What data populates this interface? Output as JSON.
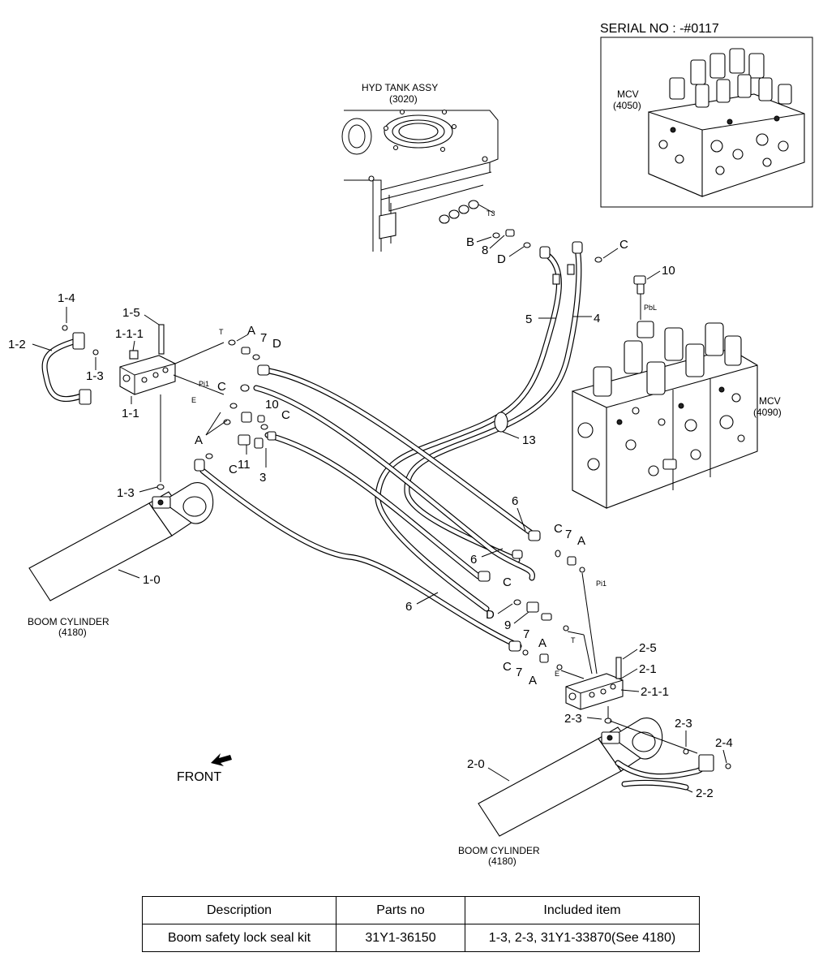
{
  "serial": "SERIAL NO : -#0117",
  "labels": {
    "hyd_tank": "HYD TANK ASSY",
    "hyd_tank_ref": "(3020)",
    "mcv_inset": "MCV",
    "mcv_inset_ref": "(4050)",
    "mcv_main": "MCV",
    "mcv_main_ref": "(4090)",
    "boom_cyl_1": "BOOM CYLINDER",
    "boom_cyl_1_ref": "(4180)",
    "boom_cyl_2": "BOOM CYLINDER",
    "boom_cyl_2_ref": "(4180)",
    "front": "FRONT",
    "port_t3": "T3",
    "port_pbl": "PbL",
    "port_pi1_a": "Pi1",
    "port_pi1_b": "Pi1",
    "port_t_a": "T",
    "port_t_b": "T",
    "port_e_a": "E",
    "port_e_b": "E"
  },
  "callouts": {
    "c1_4": "1-4",
    "c1_2": "1-2",
    "c1_3a": "1-3",
    "c1_5": "1-5",
    "c1_1_1": "1-1-1",
    "c1_1": "1-1",
    "c1_3b": "1-3",
    "c1_0": "1-0",
    "A1": "A",
    "n7a": "7",
    "D1": "D",
    "C1": "C",
    "n10a": "10",
    "C2": "C",
    "A2": "A",
    "C3": "C",
    "n11": "11",
    "n3": "3",
    "B": "B",
    "n8": "8",
    "D2": "D",
    "C4": "C",
    "n10b": "10",
    "n5": "5",
    "n4": "4",
    "n13": "13",
    "n6a": "6",
    "C5": "C",
    "n7b": "7",
    "A3": "A",
    "n6b": "6",
    "C6": "C",
    "n6c": "6",
    "D3": "D",
    "n9": "9",
    "n7c": "7",
    "A4": "A",
    "C7": "C",
    "n7d": "7",
    "A5": "A",
    "c2_5": "2-5",
    "c2_1": "2-1",
    "c2_1_1": "2-1-1",
    "c2_3a": "2-3",
    "c2_3b": "2-3",
    "c2_4": "2-4",
    "c2_0": "2-0",
    "c2_2": "2-2"
  },
  "table": {
    "headers": [
      "Description",
      "Parts no",
      "Included item"
    ],
    "rows": [
      [
        "Boom safety lock seal kit",
        "31Y1-36150",
        "1-3, 2-3, 31Y1-33870(See 4180)"
      ]
    ]
  }
}
